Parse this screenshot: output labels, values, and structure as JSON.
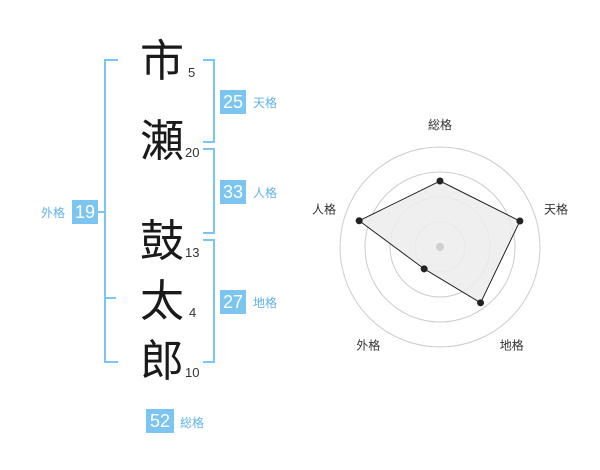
{
  "characters": [
    {
      "char": "市",
      "strokes": "5"
    },
    {
      "char": "瀬",
      "strokes": "20"
    },
    {
      "char": "鼓",
      "strokes": "13"
    },
    {
      "char": "太",
      "strokes": "4"
    },
    {
      "char": "郎",
      "strokes": "10"
    }
  ],
  "kakusu": {
    "tenkaku": {
      "value": "25",
      "label": "天格"
    },
    "jinkaku": {
      "value": "33",
      "label": "人格"
    },
    "chikaku": {
      "value": "27",
      "label": "地格"
    },
    "gaikaku": {
      "value": "19",
      "label": "外格"
    },
    "soukaku": {
      "value": "52",
      "label": "総格"
    }
  },
  "chart_data": {
    "type": "radar",
    "axes": [
      "総格",
      "天格",
      "地格",
      "外格",
      "人格"
    ],
    "values": [
      0.66,
      0.84,
      0.69,
      0.27,
      0.85
    ],
    "range": [
      0,
      1
    ],
    "rings": 4,
    "colors": {
      "fill": "#ececec",
      "line": "#222222",
      "grid": "#cccccc",
      "point": "#222222",
      "center": "#cfcfcf"
    }
  }
}
